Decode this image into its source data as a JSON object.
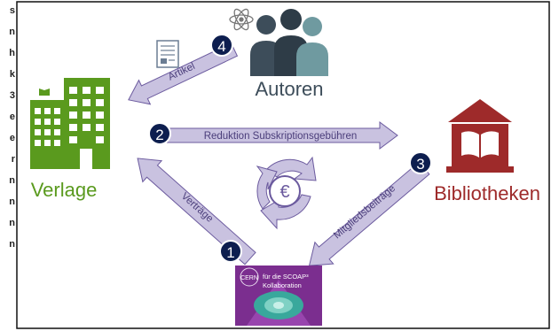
{
  "side_text": [
    "s",
    "n",
    "h",
    "k",
    "3",
    "e",
    "e",
    "r",
    "n",
    "n",
    "n",
    "n"
  ],
  "nodes": {
    "authors": "Autoren",
    "publishers": "Verlage",
    "libraries": "Bibliotheken"
  },
  "flows": {
    "articles": "Artikel",
    "subscription_reduction": "Reduktion Subskriptionsgebühren",
    "contracts": "Verträge",
    "membership_fees": "Mitgliedsbeiträge"
  },
  "steps": [
    "1",
    "2",
    "3",
    "4"
  ],
  "currency_symbol": "€",
  "consortium": {
    "logo_text": "CERN",
    "caption_line1": "für die SCOAP³",
    "caption_line2": "Kollaboration"
  },
  "colors": {
    "publisher_green": "#5a9a1e",
    "library_red": "#9e2a2a",
    "author_slate": "#3d4d5a",
    "author_teal": "#6f9aa0",
    "arrow_fill": "#c9c2e0",
    "arrow_stroke": "#6b5a9e",
    "badge_navy": "#0d1e4f",
    "consortium_purple": "#7b2e8f"
  }
}
